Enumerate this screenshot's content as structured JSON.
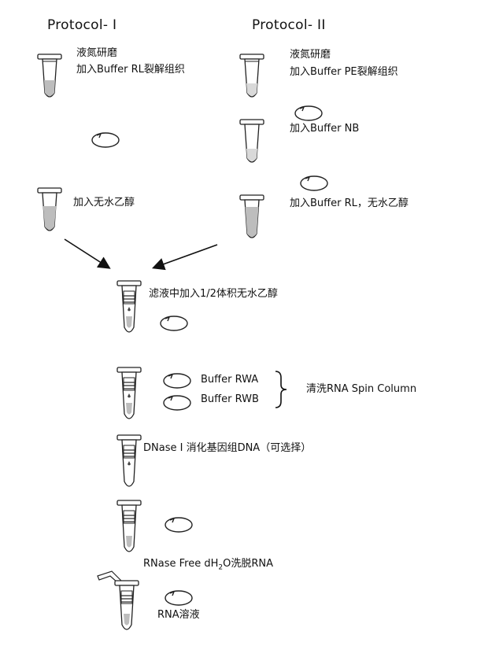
{
  "protocol1": {
    "title": "Protocol- I",
    "step1": {
      "line1": "液氮研磨",
      "line2": "加入Buffer  RL裂解组织"
    },
    "step2": "加入无水乙醇"
  },
  "protocol2": {
    "title": "Protocol- II",
    "step1": {
      "line1": "液氮研磨",
      "line2": "加入Buffer  PE裂解组织"
    },
    "step2": "加入Buffer  NB",
    "step3": "加入Buffer  RL，无水乙醇"
  },
  "merged": {
    "filtrate": "滤液中加入1/2体积无水乙醇",
    "wash_a": "Buffer  RWA",
    "wash_b": "Buffer  RWB",
    "wash_note": "清洗RNA  Spin  Column",
    "dnase": "DNase I 消化基因组DNA（可选择）",
    "elute_prefix": "RNase  Free  dH",
    "elute_sub": "2",
    "elute_suffix": "O洗脱RNA",
    "final": "RNA溶液"
  },
  "colors": {
    "ink": "#111111",
    "liquid": "#bdbdbd",
    "background": "#ffffff"
  }
}
